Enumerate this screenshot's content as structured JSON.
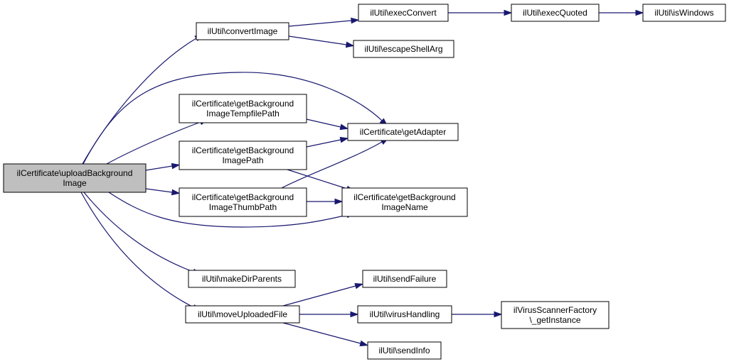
{
  "colors": {
    "edge": "#191970",
    "root_fill": "#bfbfbf",
    "node_fill": "#ffffff",
    "border": "#000000"
  },
  "nodes": {
    "upload": {
      "lines": [
        "ilCertificate\\uploadBackground",
        "Image"
      ]
    },
    "convertImage": {
      "lines": [
        "ilUtil\\convertImage"
      ]
    },
    "execConvert": {
      "lines": [
        "ilUtil\\execConvert"
      ]
    },
    "execQuoted": {
      "lines": [
        "ilUtil\\execQuoted"
      ]
    },
    "isWindows": {
      "lines": [
        "ilUtil\\isWindows"
      ]
    },
    "escapeShellArg": {
      "lines": [
        "ilUtil\\escapeShellArg"
      ]
    },
    "tempfilePath": {
      "lines": [
        "ilCertificate\\getBackground",
        "ImageTempfilePath"
      ]
    },
    "getAdapter": {
      "lines": [
        "ilCertificate\\getAdapter"
      ]
    },
    "imagePath": {
      "lines": [
        "ilCertificate\\getBackground",
        "ImagePath"
      ]
    },
    "thumbPath": {
      "lines": [
        "ilCertificate\\getBackground",
        "ImageThumbPath"
      ]
    },
    "imageName": {
      "lines": [
        "ilCertificate\\getBackground",
        "ImageName"
      ]
    },
    "makeDirParents": {
      "lines": [
        "ilUtil\\makeDirParents"
      ]
    },
    "moveUploadedFile": {
      "lines": [
        "ilUtil\\moveUploadedFile"
      ]
    },
    "sendFailure": {
      "lines": [
        "ilUtil\\sendFailure"
      ]
    },
    "virusHandling": {
      "lines": [
        "ilUtil\\virusHandling"
      ]
    },
    "virusFactory": {
      "lines": [
        "ilVirusScannerFactory",
        "\\_getInstance"
      ]
    },
    "sendInfo": {
      "lines": [
        "ilUtil\\sendInfo"
      ]
    }
  },
  "edges": [
    {
      "from": "upload",
      "to": "convertImage"
    },
    {
      "from": "upload",
      "to": "getAdapter"
    },
    {
      "from": "upload",
      "to": "tempfilePath"
    },
    {
      "from": "upload",
      "to": "imagePath"
    },
    {
      "from": "upload",
      "to": "thumbPath"
    },
    {
      "from": "upload",
      "to": "imageName"
    },
    {
      "from": "upload",
      "to": "makeDirParents"
    },
    {
      "from": "upload",
      "to": "moveUploadedFile"
    },
    {
      "from": "convertImage",
      "to": "execConvert"
    },
    {
      "from": "convertImage",
      "to": "escapeShellArg"
    },
    {
      "from": "execConvert",
      "to": "execQuoted"
    },
    {
      "from": "execQuoted",
      "to": "isWindows"
    },
    {
      "from": "tempfilePath",
      "to": "getAdapter"
    },
    {
      "from": "imagePath",
      "to": "getAdapter"
    },
    {
      "from": "imagePath",
      "to": "imageName"
    },
    {
      "from": "thumbPath",
      "to": "getAdapter"
    },
    {
      "from": "thumbPath",
      "to": "imageName"
    },
    {
      "from": "moveUploadedFile",
      "to": "sendFailure"
    },
    {
      "from": "moveUploadedFile",
      "to": "virusHandling"
    },
    {
      "from": "moveUploadedFile",
      "to": "sendInfo"
    },
    {
      "from": "virusHandling",
      "to": "virusFactory"
    }
  ]
}
